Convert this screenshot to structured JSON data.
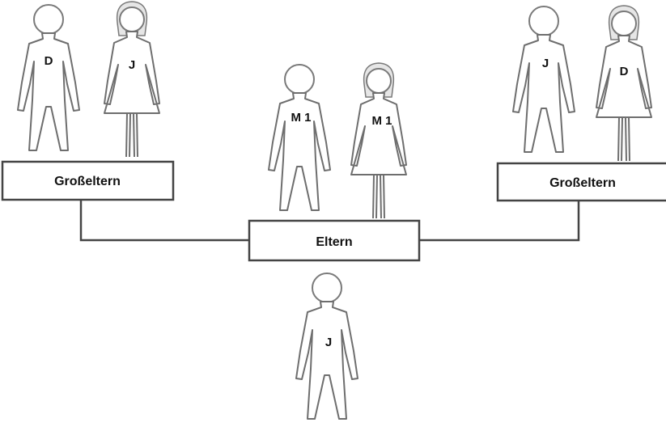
{
  "boxes": {
    "grandparents_left": "Großeltern",
    "parents": "Eltern",
    "grandparents_right": "Großeltern"
  },
  "people": {
    "grandfather_left": "D",
    "grandmother_left": "J",
    "father": "M 1",
    "mother": "M 1",
    "grandfather_right": "J",
    "grandmother_right": "D",
    "child": "J"
  }
}
